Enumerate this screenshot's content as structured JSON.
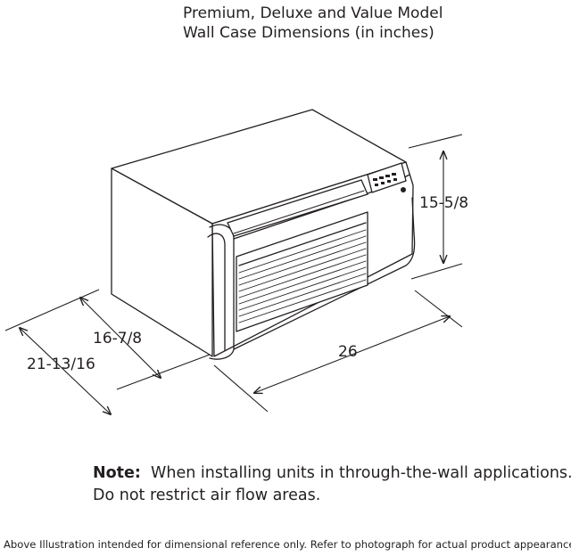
{
  "title": {
    "line1": "Premium, Deluxe and Value Model",
    "line2": "Wall Case Dimensions (in inches)"
  },
  "dimensions": {
    "height": "15-5/8",
    "width": "26",
    "depth_inner": "16-7/8",
    "depth_outer": "21-13/16"
  },
  "note": {
    "label": "Note:",
    "line1": "When installing units in through-the-wall applications.",
    "line2": "Do not restrict air flow areas."
  },
  "footer": "Above Illustration intended for dimensional reference only. Refer to photograph for actual product appearance."
}
